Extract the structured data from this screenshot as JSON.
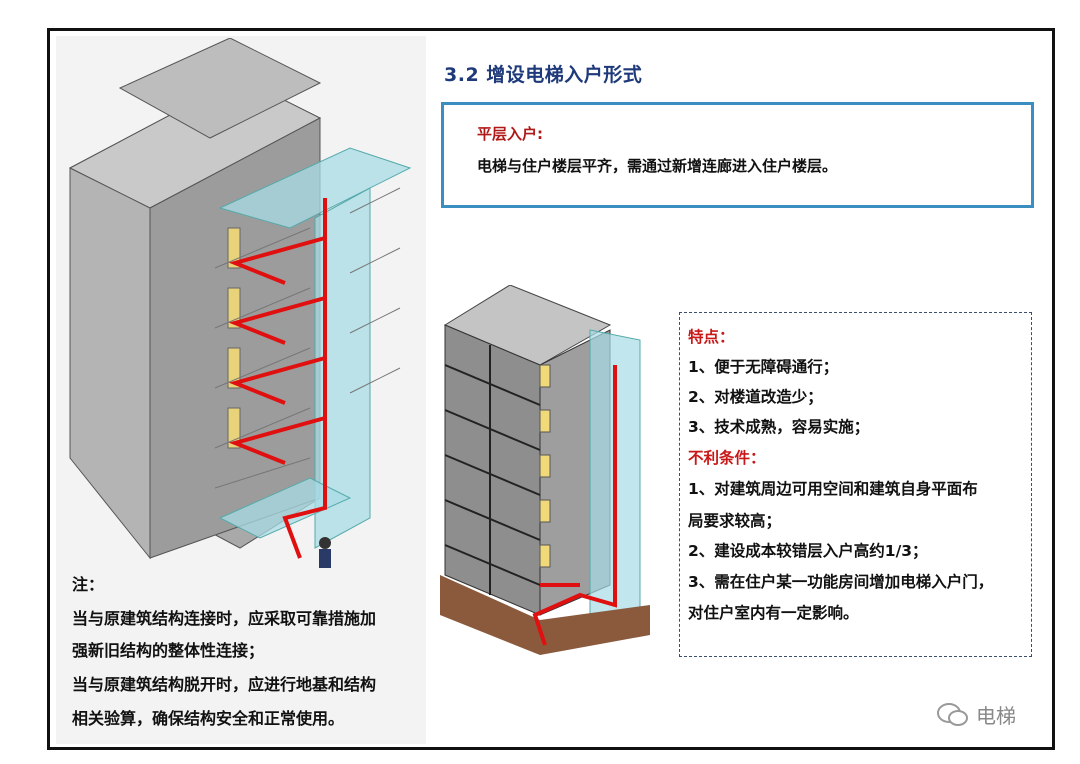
{
  "title": "3.2 增设电梯入户形式",
  "entry_box": {
    "heading": "平层入户:",
    "text": "电梯与住户楼层平齐，需通过新增连廊进入住户楼层。"
  },
  "features": {
    "heading": "特点：",
    "items": [
      "1、便于无障碍通行；",
      "2、对楼道改造少；",
      "3、技术成熟，容易实施；"
    ],
    "disadvantage_heading": "不利条件：",
    "disadvantages": [
      "1、对建筑周边可用空间和建筑自身平面布",
      "局要求较高；",
      "2、建设成本较错层入户高约1/3；",
      "3、需在住户某一功能房间增加电梯入户门，",
      "对住户室内有一定影响。"
    ]
  },
  "note": {
    "heading": "注：",
    "lines": [
      "当与原建筑结构连接时，应采取可靠措施加",
      "强新旧结构的整体性连接；",
      "当与原建筑结构脱开时，应进行地基和结构",
      "相关验算，确保结构安全和正常使用。"
    ]
  },
  "watermark": {
    "icon": "wechat-icon",
    "text": "电梯"
  },
  "colors": {
    "title": "#1f3a7a",
    "accent_red": "#c81818",
    "box_border": "#3a8fc0"
  }
}
